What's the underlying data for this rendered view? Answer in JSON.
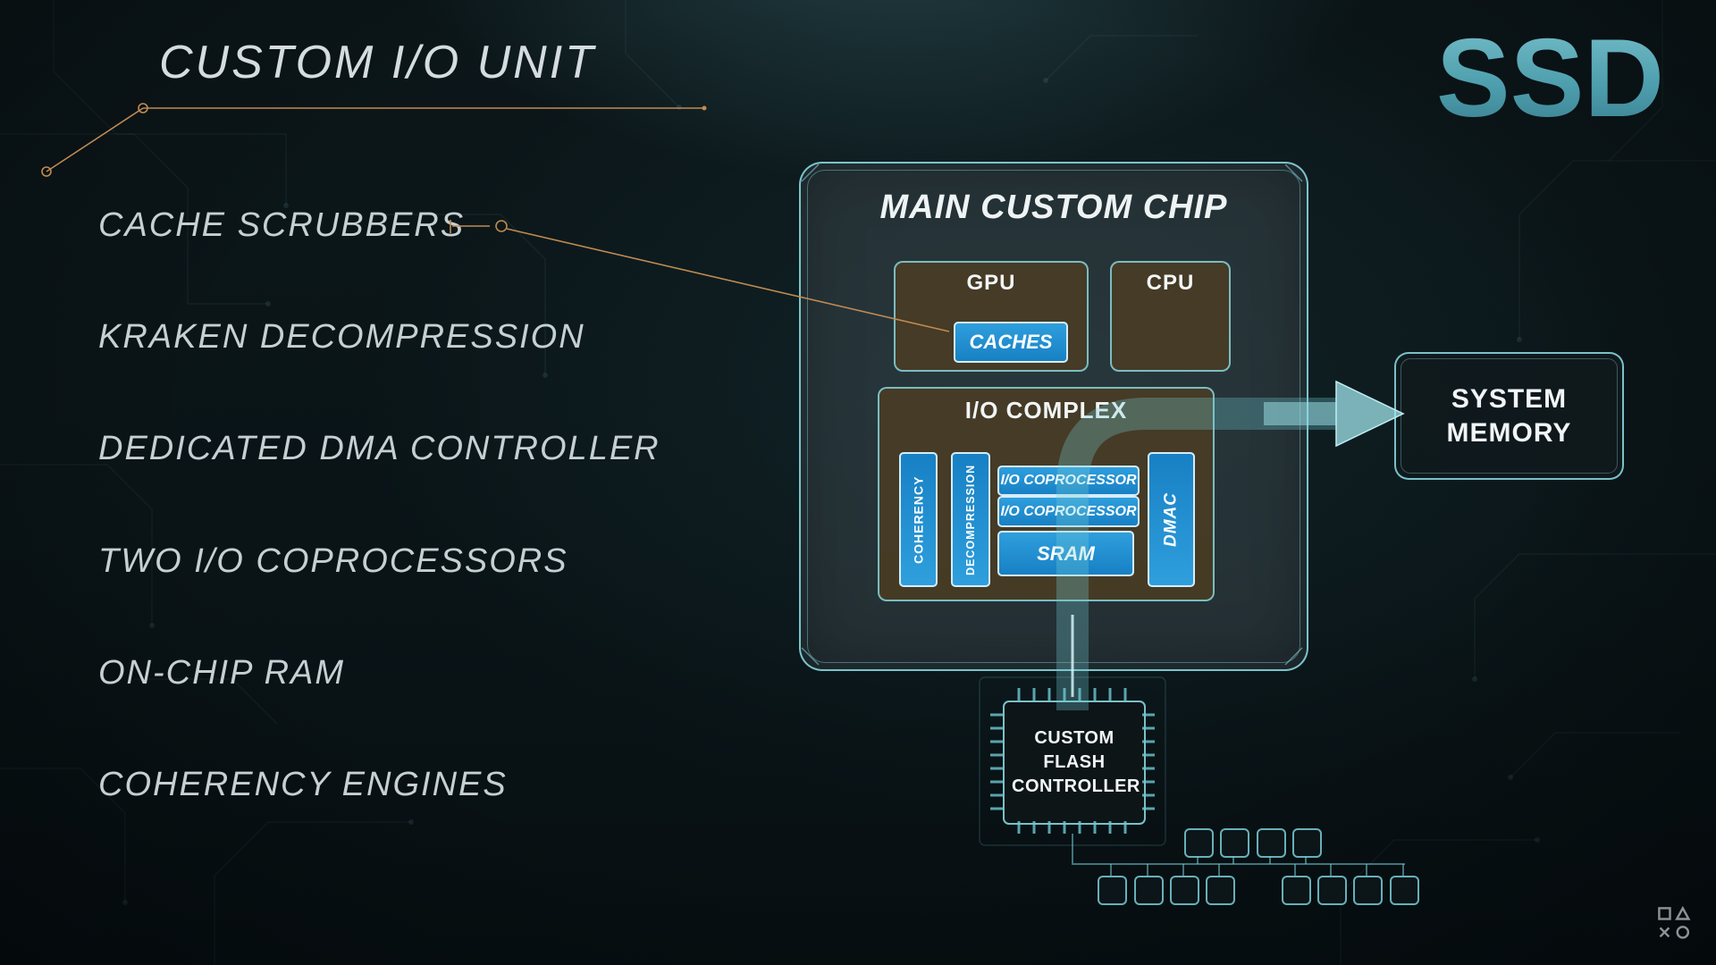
{
  "title": "CUSTOM I/O UNIT",
  "ssd": "SSD",
  "features": [
    "CACHE SCRUBBERS",
    "KRAKEN DECOMPRESSION",
    "DEDICATED DMA CONTROLLER",
    "TWO I/O COPROCESSORS",
    "ON-CHIP RAM",
    "COHERENCY ENGINES"
  ],
  "chip": {
    "title": "MAIN CUSTOM CHIP",
    "gpu_label": "GPU",
    "caches_label": "CACHES",
    "cpu_label": "CPU",
    "io_complex_label": "I/O COMPLEX",
    "coherency_label": "COHERENCY",
    "decompression_label": "DECOMPRESSION",
    "io_coprocessors": [
      "I/O COPROCESSOR",
      "I/O COPROCESSOR"
    ],
    "sram_label": "SRAM",
    "dmac_label": "DMAC"
  },
  "system_memory_label": "SYSTEM MEMORY",
  "flash_controller_label": "CUSTOM FLASH CONTROLLER",
  "icons": {
    "playstation_shapes_logo": "square-triangle-cross-circle"
  },
  "colors": {
    "accent_teal": "#86d4dd",
    "accent_orange": "#c08b52",
    "block_blue": "#1f8fd3",
    "block_brown": "#4a3c23",
    "ssd_teal": "#4e9fae",
    "background": "#0a1417"
  }
}
